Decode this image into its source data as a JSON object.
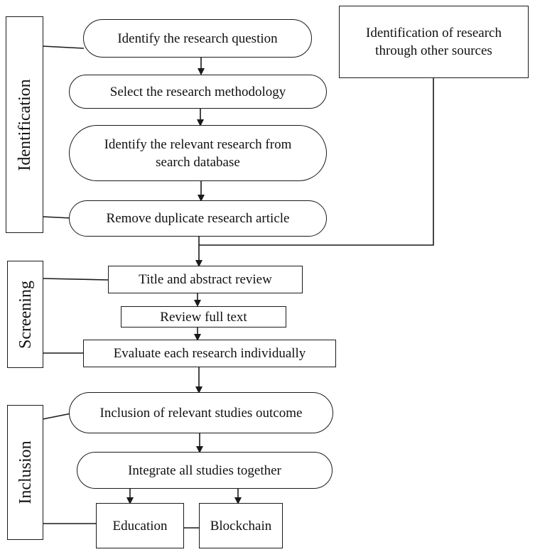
{
  "stages": {
    "identification": "Identification",
    "screening": "Screening",
    "inclusion": "Inclusion"
  },
  "nodes": {
    "identify_question": "Identify the research question",
    "select_methodology": "Select the research methodology",
    "identify_relevant": "Identify the relevant research from\nsearch database",
    "remove_duplicate": "Remove duplicate research article",
    "other_sources": "Identification of research\nthrough other sources",
    "title_abstract": "Title and abstract review",
    "full_text": "Review full text",
    "evaluate_each": "Evaluate each research individually",
    "inclusion_outcome": "Inclusion of relevant studies outcome",
    "integrate_all": "Integrate all studies together",
    "education": "Education",
    "blockchain": "Blockchain"
  },
  "style": {
    "line_color": "#1a1a1a",
    "background": "#ffffff"
  }
}
